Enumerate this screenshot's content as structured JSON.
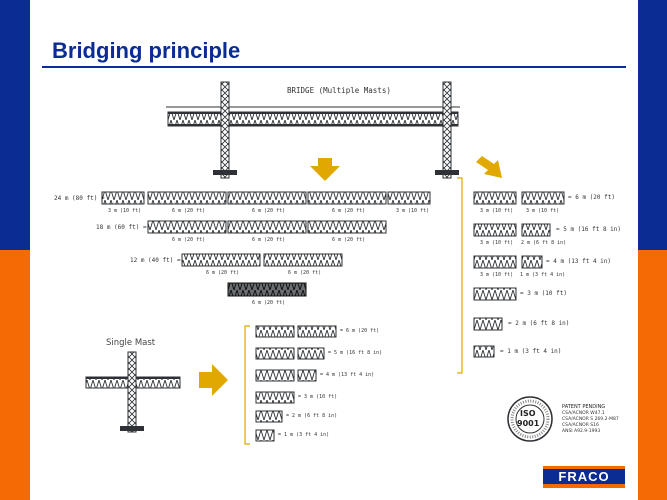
{
  "slide": {
    "title": "Bridging principle",
    "colors": {
      "top_band": "#0b2d93",
      "bottom_band": "#f56a05",
      "title": "#0b2d93",
      "arrow": "#e0a800"
    }
  },
  "diagram": {
    "bridge_title": "BRIDGE (Multiple Masts)",
    "single_mast_title": "Single Mast",
    "rows": [
      {
        "label": "24 m (80 ft) =",
        "segments": [
          "3 m (10 ft)",
          "6 m (20 ft)",
          "6 m (20 ft)",
          "6 m (20 ft)",
          "3 m (10 ft)"
        ]
      },
      {
        "label": "18 m (60 ft) =",
        "segments": [
          "6 m (20 ft)",
          "6 m (20 ft)",
          "6 m (20 ft)"
        ]
      },
      {
        "label": "12 m (40 ft) =",
        "segments": [
          "6 m (20 ft)",
          "6 m (20 ft)"
        ]
      },
      {
        "label": "",
        "segments": [
          "6 m (20 ft)"
        ]
      }
    ],
    "right_column": [
      {
        "result": "= 6 m (20 ft)",
        "segments": [
          "3 m (10 ft)",
          "3 m (10 ft)"
        ]
      },
      {
        "result": "= 5 m (16 ft 8 in)",
        "segments": [
          "3 m (10 ft)",
          "2 m (6 ft 8 in)"
        ]
      },
      {
        "result": "= 4 m (13 ft 4 in)",
        "segments": [
          "3 m (10 ft)",
          "1 m (3 ft 4 in)"
        ]
      },
      {
        "result": "= 3 m (10 ft)",
        "segments": []
      },
      {
        "result": "= 2 m (6 ft 8 in)",
        "segments": []
      },
      {
        "result": "= 1 m (3 ft 4 in)",
        "segments": []
      }
    ],
    "single_mast_column": [
      {
        "result": "= 6 m (20 ft)"
      },
      {
        "result": "= 5 m (16 ft 8 in)"
      },
      {
        "result": "= 4 m (13 ft 4 in)"
      },
      {
        "result": "= 3 m (10 ft)"
      },
      {
        "result": "= 2 m (6 ft 8 in)"
      },
      {
        "result": "= 1 m (3 ft 4 in)"
      }
    ],
    "iso": {
      "top": "ISO",
      "bottom": "9001"
    },
    "patent": {
      "heading": "PATENT PENDING",
      "lines": [
        "CSA/ACNOR W47.1",
        "CSA/ACNOR S 269.2-M87",
        "CSA/ACNOR S16",
        "ANSI A92.9-1993"
      ]
    }
  },
  "logo": {
    "text": "FRACO"
  }
}
